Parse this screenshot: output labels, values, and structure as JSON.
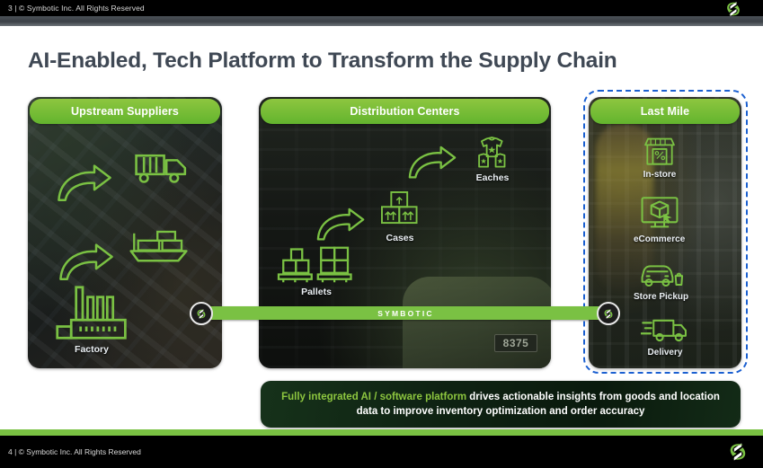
{
  "header": {
    "copyright": "3 |  © Symbotic Inc.  All Rights Reserved",
    "logo_icon": "symbotic-s-logo"
  },
  "footer": {
    "copyright": "4 |  © Symbotic Inc.  All Rights Reserved",
    "logo_icon": "symbotic-s-logo"
  },
  "slide": {
    "title": "AI-Enabled, Tech Platform to Transform the Supply Chain"
  },
  "panels": [
    {
      "id": "upstream",
      "header": "Upstream Suppliers",
      "items": [
        {
          "label": "Factory",
          "icon": "factory-icon"
        },
        {
          "label": "",
          "icon": "cargo-ship-icon"
        },
        {
          "label": "",
          "icon": "delivery-truck-icon"
        }
      ]
    },
    {
      "id": "distribution-centers",
      "header": "Distribution Centers",
      "machine_number": "8375",
      "items": [
        {
          "label": "Pallets",
          "icon": "pallets-icon"
        },
        {
          "label": "Cases",
          "icon": "cases-icon"
        },
        {
          "label": "Eaches",
          "icon": "apparel-eaches-icon"
        }
      ]
    },
    {
      "id": "last-mile",
      "header": "Last Mile",
      "highlighted": true,
      "items": [
        {
          "label": "In-store",
          "icon": "storefront-icon"
        },
        {
          "label": "eCommerce",
          "icon": "monitor-package-icon"
        },
        {
          "label": "Store Pickup",
          "icon": "car-bag-icon"
        },
        {
          "label": "Delivery",
          "icon": "delivery-truck-motion-icon"
        }
      ]
    }
  ],
  "platform_bar": {
    "label": "SYMBOTIC",
    "badge_icon": "symbotic-s-logo"
  },
  "caption": {
    "highlight": "Fully integrated AI / software platform",
    "rest": " drives actionable insights from goods and location data to improve inventory optimization and order accuracy"
  },
  "colors": {
    "brand_green": "#7AC143",
    "header_green_light": "#8DC63F",
    "header_green_dark": "#63B42E",
    "title_slate": "#3F4854",
    "highlight_blue": "#1A5FD0",
    "black": "#000000"
  }
}
